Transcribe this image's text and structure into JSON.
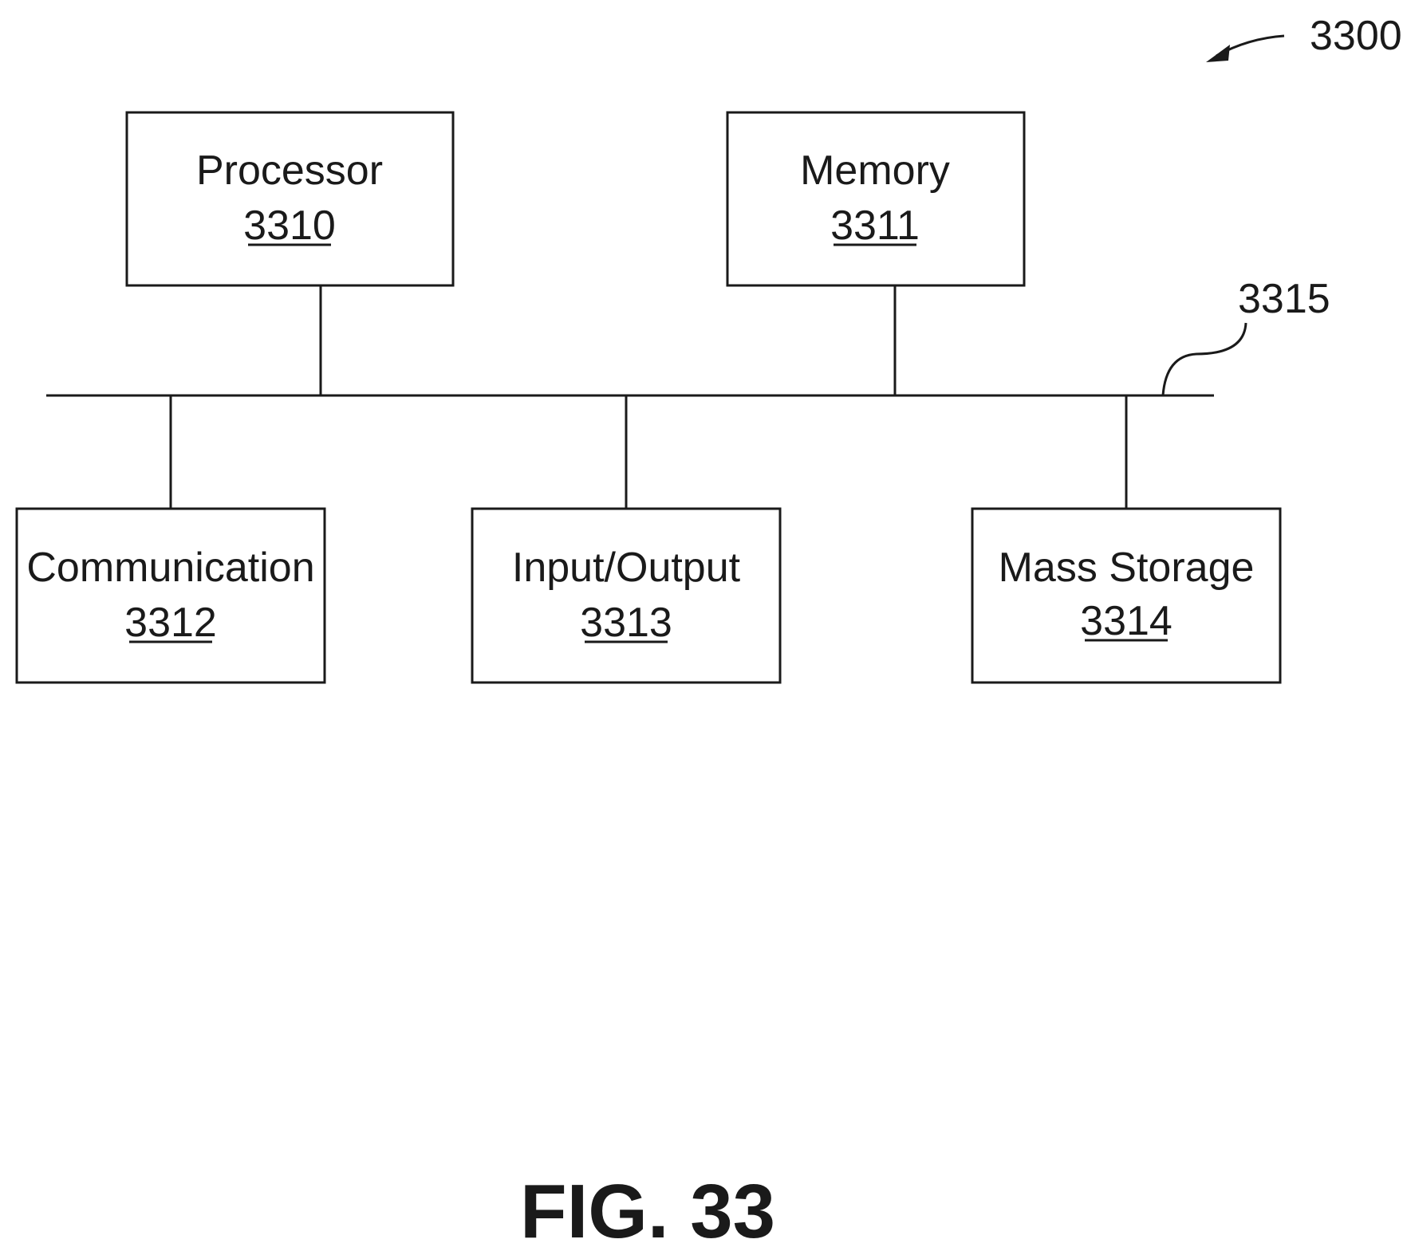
{
  "figure": {
    "ref_number": "3300",
    "caption": "FIG. 33"
  },
  "bus": {
    "ref_number": "3315"
  },
  "components": {
    "processor": {
      "name": "Processor",
      "ref": "3310"
    },
    "memory": {
      "name": "Memory",
      "ref": "3311"
    },
    "communication": {
      "name": "Communication",
      "ref": "3312"
    },
    "input_output": {
      "name": "Input/Output",
      "ref": "3313"
    },
    "mass_storage": {
      "name": "Mass Storage",
      "ref": "3314"
    }
  },
  "colors": {
    "line": "#1a1a1a",
    "background": "#ffffff"
  }
}
